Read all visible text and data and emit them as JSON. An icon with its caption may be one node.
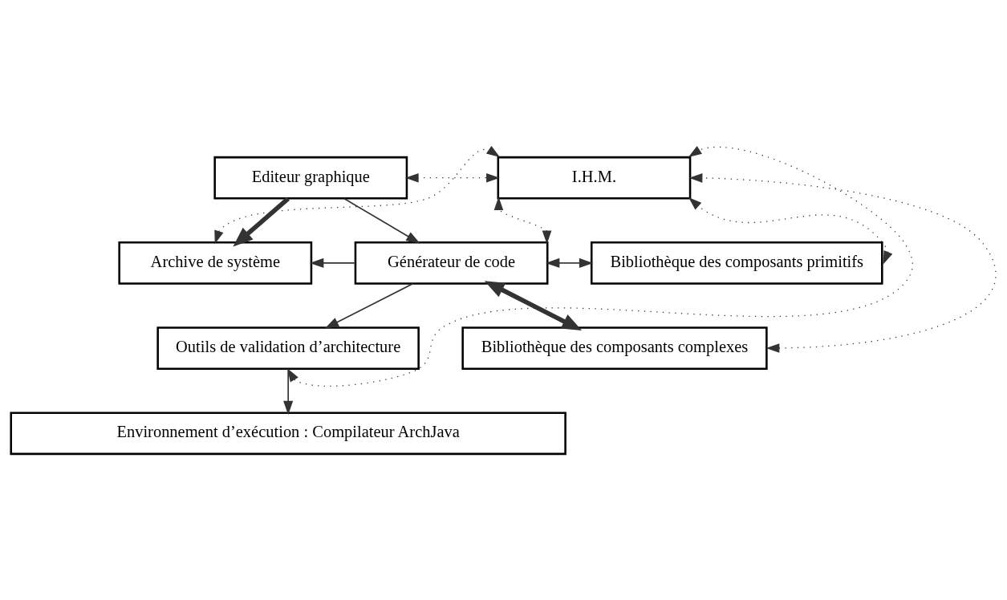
{
  "diagram": {
    "nodes": [
      {
        "text": [
          "I.H.M."
        ]
      },
      {
        "text": [
          "Editeur graphique"
        ]
      },
      {
        "text": [
          "Archive de système"
        ]
      },
      {
        "text": [
          "Générateur de code"
        ]
      },
      {
        "text": [
          "Bibliothèque des composants primitifs"
        ]
      },
      {
        "text": [
          "Outils de validation d’architecture"
        ]
      },
      {
        "text": [
          "Bibliothèque des composants complexes"
        ]
      },
      {
        "text": [
          "Environnement d’exécution : Compilateur ArchJava"
        ]
      }
    ],
    "edges": [
      {
        "from": 2,
        "to": 0,
        "arrow": "both",
        "style": "dashed"
      },
      {
        "from": 1,
        "to": 0,
        "arrow": "both",
        "style": "dashed"
      },
      {
        "from": 3,
        "to": 0,
        "arrow": "both",
        "style": "dashed"
      },
      {
        "from": 4,
        "to": 0,
        "arrow": "both",
        "style": "dashed"
      },
      {
        "from": 6,
        "to": 0,
        "arrow": "both",
        "style": "dashed"
      },
      {
        "from": 5,
        "to": 0,
        "arrow": "both",
        "style": "dashed"
      },
      {
        "from": 1,
        "to": 2,
        "arrow": "to",
        "style": "thick"
      },
      {
        "from": 1,
        "to": 3,
        "arrow": "to"
      },
      {
        "from": 3,
        "to": 2,
        "arrow": "to"
      },
      {
        "from": 3,
        "to": 4,
        "arrow": "both"
      },
      {
        "from": 3,
        "to": 6,
        "arrow": "both",
        "style": "thick"
      },
      {
        "from": 3,
        "to": 5,
        "arrow": "to"
      },
      {
        "from": 5,
        "to": 7,
        "arrow": "to"
      }
    ]
  }
}
